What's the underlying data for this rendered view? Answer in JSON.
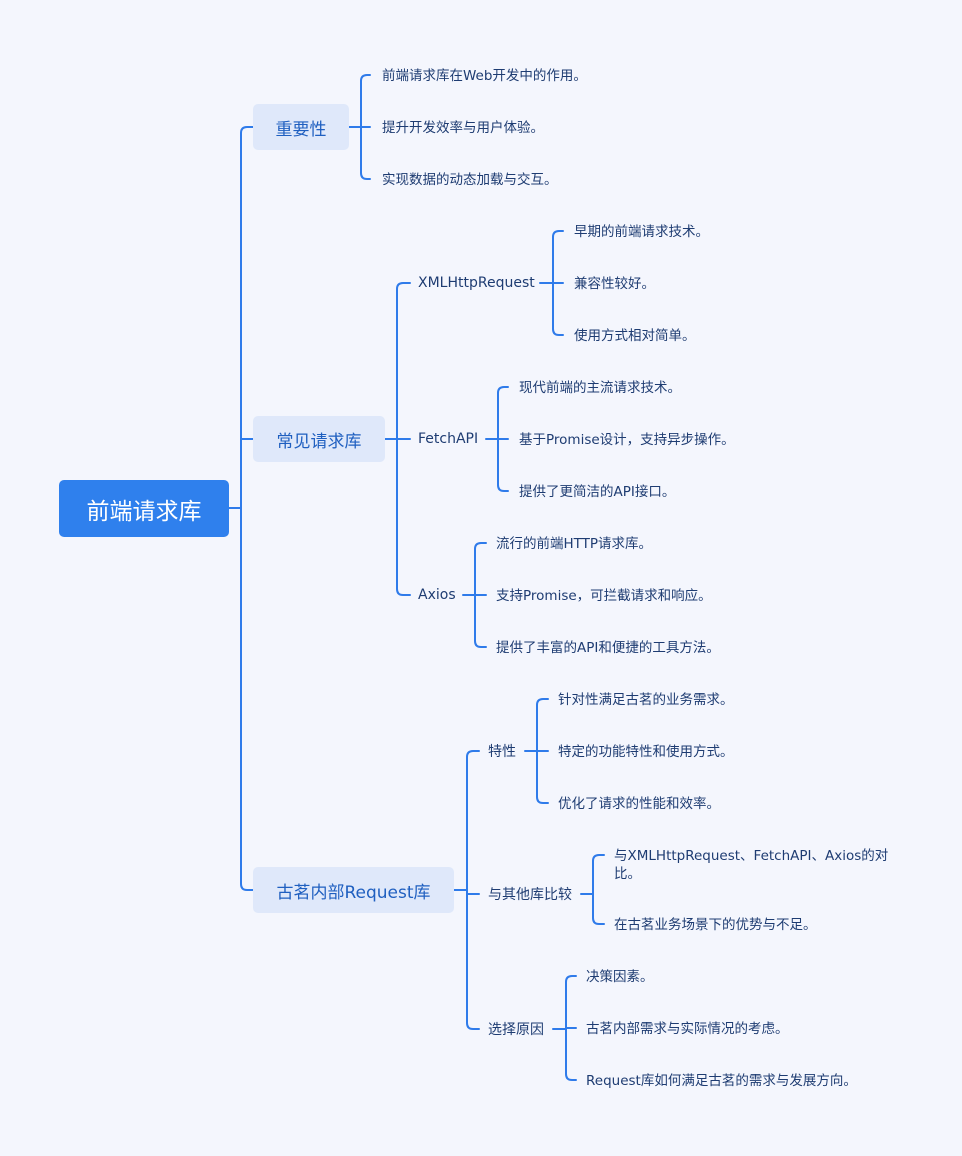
{
  "root": "前端请求库",
  "importance": {
    "title": "重要性",
    "items": [
      "前端请求库在Web开发中的作用。",
      "提升开发效率与用户体验。",
      "实现数据的动态加载与交互。"
    ]
  },
  "common": {
    "title": "常见请求库",
    "xhr": {
      "title": "XMLHttpRequest",
      "items": [
        "早期的前端请求技术。",
        "兼容性较好。",
        "使用方式相对简单。"
      ]
    },
    "fetch": {
      "title": "FetchAPI",
      "items": [
        "现代前端的主流请求技术。",
        "基于Promise设计，支持异步操作。",
        "提供了更简洁的API接口。"
      ]
    },
    "axios": {
      "title": "Axios",
      "items": [
        "流行的前端HTTP请求库。",
        "支持Promise，可拦截请求和响应。",
        "提供了丰富的API和便捷的工具方法。"
      ]
    }
  },
  "internal": {
    "title": "古茗内部Request库",
    "features": {
      "title": "特性",
      "items": [
        "针对性满足古茗的业务需求。",
        "特定的功能特性和使用方式。",
        "优化了请求的性能和效率。"
      ]
    },
    "compare": {
      "title": "与其他库比较",
      "items": [
        "与XMLHttpRequest、FetchAPI、Axios的对",
        "比。",
        "在古茗业务场景下的优势与不足。"
      ]
    },
    "reasons": {
      "title": "选择原因",
      "items": [
        "决策因素。",
        "古茗内部需求与实际情况的考虑。",
        "Request库如何满足古茗的需求与发展方向。"
      ]
    }
  }
}
